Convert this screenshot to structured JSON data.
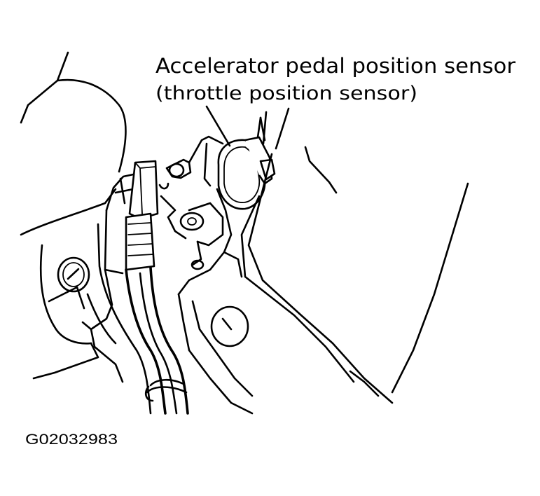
{
  "diagram": {
    "callout_line1": "Accelerator pedal position sensor",
    "callout_line2": "(throttle position sensor)",
    "figure_code": "G02032983"
  },
  "colors": {
    "ink": "#000000",
    "paper": "#ffffff"
  }
}
